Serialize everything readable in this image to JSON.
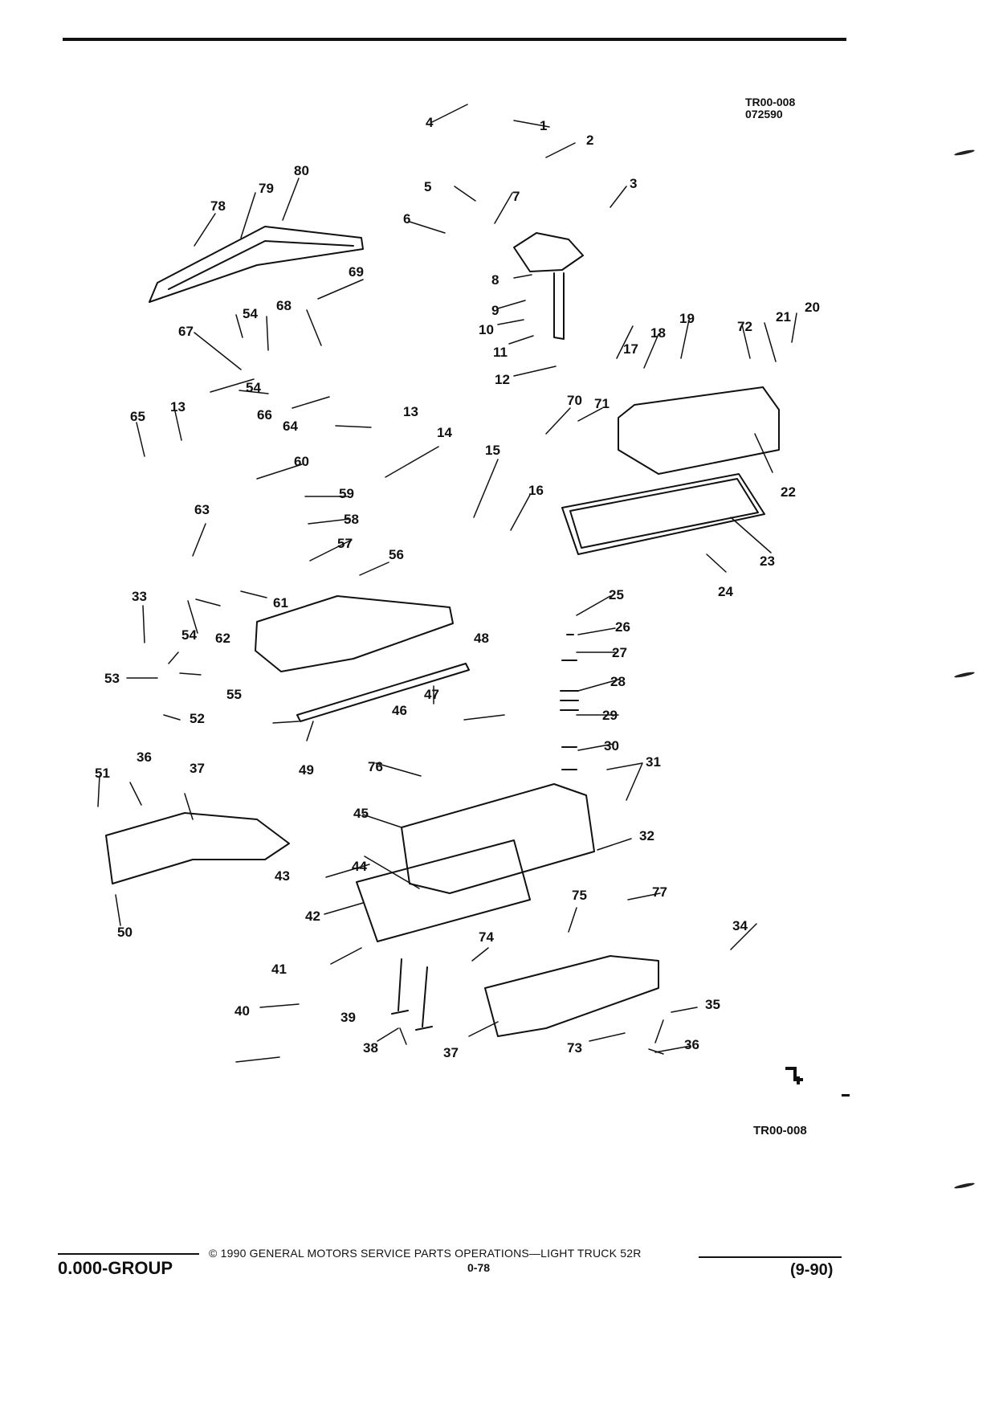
{
  "header": {
    "ref_code": "TR00-008",
    "ref_number": "072590"
  },
  "diagram": {
    "callouts": [
      "1",
      "2",
      "3",
      "4",
      "5",
      "6",
      "7",
      "8",
      "9",
      "10",
      "11",
      "12",
      "13",
      "13",
      "14",
      "15",
      "16",
      "17",
      "18",
      "19",
      "20",
      "21",
      "22",
      "23",
      "24",
      "25",
      "26",
      "27",
      "28",
      "29",
      "30",
      "31",
      "32",
      "33",
      "34",
      "35",
      "36",
      "36",
      "37",
      "37",
      "38",
      "39",
      "40",
      "41",
      "42",
      "43",
      "44",
      "45",
      "46",
      "47",
      "48",
      "49",
      "50",
      "51",
      "52",
      "53",
      "54",
      "54",
      "54",
      "55",
      "56",
      "57",
      "58",
      "59",
      "60",
      "61",
      "62",
      "63",
      "64",
      "65",
      "66",
      "67",
      "68",
      "69",
      "70",
      "71",
      "72",
      "73",
      "74",
      "75",
      "76",
      "77",
      "78",
      "79",
      "80"
    ],
    "bottom_code": "TR00-008"
  },
  "footer": {
    "group": "0.000-GROUP",
    "copyright": "© 1990 GENERAL MOTORS SERVICE PARTS OPERATIONS—LIGHT TRUCK 52R",
    "page": "0-78",
    "date": "(9-90)"
  }
}
